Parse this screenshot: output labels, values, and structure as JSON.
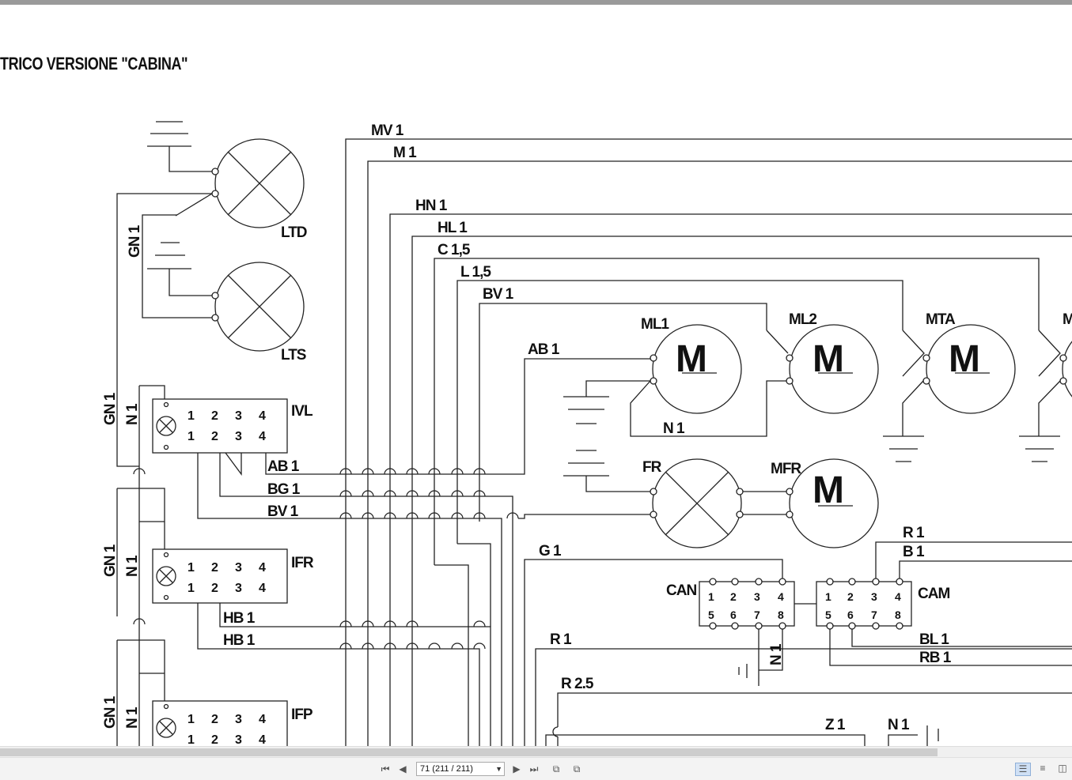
{
  "document": {
    "title": "TRICO VERSIONE \"CABINA\""
  },
  "diagram": {
    "wires_top": [
      "MV 1",
      "M 1",
      "HN 1",
      "HL 1",
      "C 1,5",
      "L 1,5",
      "BV 1",
      "AB 1"
    ],
    "components": {
      "ltd": "LTD",
      "lts": "LTS",
      "ivl": "IVL",
      "ifr": "IFR",
      "ifp": "IFP",
      "ml1": "ML1",
      "ml2": "ML2",
      "mta": "MTA",
      "m_cut": "M",
      "fr": "FR",
      "mfr": "MFR",
      "can": "CAN",
      "cam": "CAM",
      "motor_letter": "M"
    },
    "left_labels": [
      "GN 1",
      "N 1"
    ],
    "ivl_wires": [
      "AB 1",
      "BG 1",
      "BV 1"
    ],
    "ifr_wires": [
      "HB 1",
      "HB 1"
    ],
    "misc": {
      "n1": "N 1",
      "g1": "G 1",
      "r1": "R 1",
      "r25": "R 2.5",
      "z1": "Z 1",
      "b1": "B 1",
      "bl1": "BL 1",
      "rb1": "RB 1"
    },
    "switch_pins_top": [
      "1",
      "2",
      "3",
      "4"
    ],
    "switch_pins_bottom": [
      "1",
      "2",
      "3",
      "4"
    ],
    "connector_top": [
      "1",
      "2",
      "3",
      "4"
    ],
    "connector_bottom": [
      "5",
      "6",
      "7",
      "8"
    ]
  },
  "viewer": {
    "page_indicator": "71 (211 / 211)",
    "icons": [
      "first-page-icon",
      "prev-page-icon",
      "next-page-icon",
      "last-page-icon",
      "previous-view-icon",
      "next-view-icon",
      "single-page-icon",
      "continuous-icon",
      "facing-icon"
    ]
  }
}
